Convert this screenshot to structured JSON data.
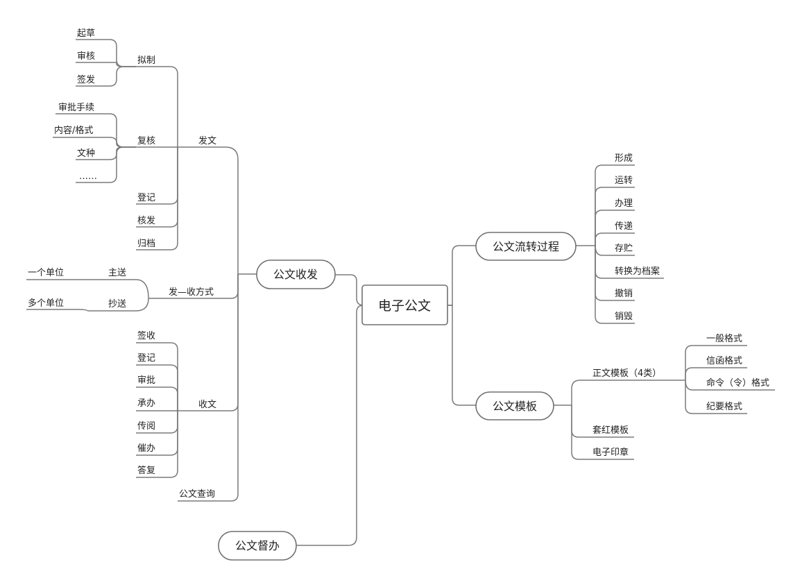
{
  "root": "电子公文",
  "branches": {
    "shoufa": {
      "label": "公文收发",
      "fawen": {
        "label": "发文",
        "nizhi": {
          "label": "拟制",
          "children": [
            "起草",
            "审核",
            "签发"
          ]
        },
        "fuhe": {
          "label": "复核",
          "children": [
            "审批手续",
            "内容/格式",
            "文种",
            "……"
          ]
        },
        "dengji": "登记",
        "hefa": "核发",
        "guidang": "归档"
      },
      "fashou": {
        "label": "发—收方式",
        "zhusong": {
          "label": "主送",
          "child": "一个单位"
        },
        "chaosong": {
          "label": "抄送",
          "child": "多个单位"
        }
      },
      "shouwen": {
        "label": "收文",
        "children": [
          "签收",
          "登记",
          "审批",
          "承办",
          "传阅",
          "催办",
          "答复"
        ]
      },
      "chaxun": "公文查询"
    },
    "duban": {
      "label": "公文督办"
    },
    "liuzhuan": {
      "label": "公文流转过程",
      "children": [
        "形成",
        "运转",
        "办理",
        "传递",
        "存贮",
        "转换为档案",
        "撤销",
        "销毁"
      ]
    },
    "muban": {
      "label": "公文模板",
      "zhengwen": {
        "label": "正文模板（4类）",
        "children": [
          "一般格式",
          "信函格式",
          "命令（令）格式",
          "纪要格式"
        ]
      },
      "taohong": "套红模板",
      "yinzhang": "电子印章"
    }
  }
}
